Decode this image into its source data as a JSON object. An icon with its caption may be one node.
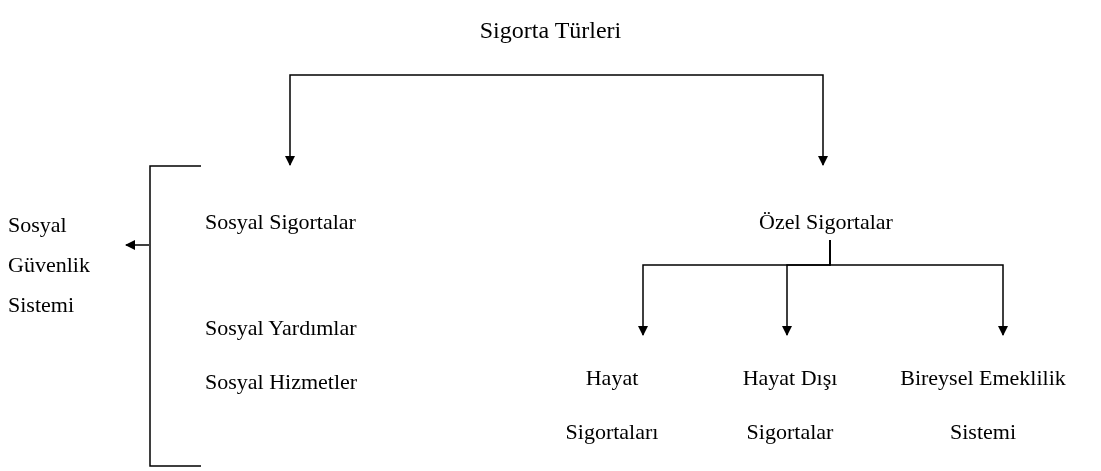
{
  "diagram": {
    "title": "Sigorta Türleri",
    "nodes": [
      {
        "text": [
          "Sosyal Güvenlik Sistemi"
        ]
      },
      {
        "text": [
          "Sosyal Sigortalar"
        ]
      },
      {
        "text": [
          "Sosyal Yardımlar"
        ]
      },
      {
        "text": [
          "Sosyal Hizmetler"
        ]
      },
      {
        "text": [
          "Özel Sigortalar"
        ]
      },
      {
        "text": [
          "Hayat Sigortaları"
        ]
      },
      {
        "text": [
          "Hayat Dışı Sigortalar"
        ]
      },
      {
        "text": [
          "Bireysel Emeklilik Sistemi"
        ]
      },
      {
        "text": [],
        "shape": "bracket"
      }
    ],
    "edges": [
      {
        "from": null,
        "to": 1,
        "arrow": "to"
      },
      {
        "from": null,
        "to": 4,
        "arrow": "to"
      },
      {
        "from": 8,
        "to": 0,
        "arrow": "to"
      },
      {
        "from": 4,
        "to": 5,
        "arrow": "to"
      },
      {
        "from": 4,
        "to": 6,
        "arrow": "to"
      },
      {
        "from": 4,
        "to": 7,
        "arrow": "to"
      }
    ]
  }
}
